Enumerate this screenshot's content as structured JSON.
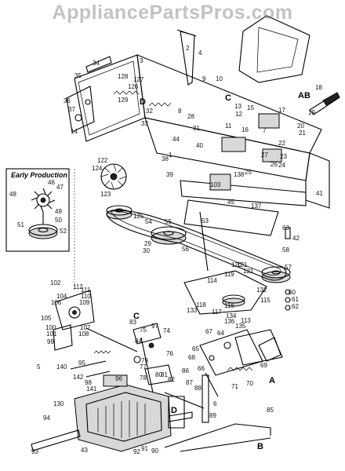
{
  "watermark": "AppliancePartsPros.com",
  "inset_title": "Early Production",
  "reference_letters": [
    "A",
    "B",
    "C",
    "D"
  ],
  "part_labels": [
    {
      "id": "l1",
      "text": "1"
    },
    {
      "id": "l2",
      "text": "2"
    },
    {
      "id": "l3",
      "text": "3"
    },
    {
      "id": "l4",
      "text": "4"
    },
    {
      "id": "l5",
      "text": "5"
    },
    {
      "id": "l6",
      "text": "6"
    },
    {
      "id": "l7",
      "text": "7"
    },
    {
      "id": "l8",
      "text": "8"
    },
    {
      "id": "l9",
      "text": "9"
    },
    {
      "id": "l10",
      "text": "10"
    },
    {
      "id": "l11",
      "text": "11"
    },
    {
      "id": "l12",
      "text": "12"
    },
    {
      "id": "l13",
      "text": "13"
    },
    {
      "id": "l14",
      "text": "14"
    },
    {
      "id": "l15",
      "text": "15"
    },
    {
      "id": "l16",
      "text": "16"
    },
    {
      "id": "l17",
      "text": "17"
    },
    {
      "id": "l18",
      "text": "18"
    },
    {
      "id": "l19",
      "text": "19"
    },
    {
      "id": "l20",
      "text": "20"
    },
    {
      "id": "l21",
      "text": "21"
    },
    {
      "id": "l22",
      "text": "22"
    },
    {
      "id": "l23",
      "text": "23"
    },
    {
      "id": "l24",
      "text": "24"
    },
    {
      "id": "l25",
      "text": "25"
    },
    {
      "id": "l26",
      "text": "26"
    },
    {
      "id": "l27",
      "text": "27"
    },
    {
      "id": "l28",
      "text": "28"
    },
    {
      "id": "l29",
      "text": "29"
    },
    {
      "id": "l30",
      "text": "30"
    },
    {
      "id": "l31",
      "text": "31"
    },
    {
      "id": "l32",
      "text": "32"
    },
    {
      "id": "l33",
      "text": "33"
    },
    {
      "id": "l34",
      "text": "34"
    },
    {
      "id": "l35",
      "text": "35"
    },
    {
      "id": "l36",
      "text": "36"
    },
    {
      "id": "l37",
      "text": "37"
    },
    {
      "id": "l38",
      "text": "38"
    },
    {
      "id": "l39",
      "text": "39"
    },
    {
      "id": "l40",
      "text": "40"
    },
    {
      "id": "l41",
      "text": "41"
    },
    {
      "id": "l42",
      "text": "42"
    },
    {
      "id": "l43",
      "text": "43"
    },
    {
      "id": "l44",
      "text": "44"
    },
    {
      "id": "l45",
      "text": "45"
    },
    {
      "id": "l46",
      "text": "46"
    },
    {
      "id": "l47",
      "text": "47"
    },
    {
      "id": "l48",
      "text": "48"
    },
    {
      "id": "l49",
      "text": "49"
    },
    {
      "id": "l50",
      "text": "50"
    },
    {
      "id": "l51",
      "text": "51"
    },
    {
      "id": "l52",
      "text": "52"
    },
    {
      "id": "l53",
      "text": "53"
    },
    {
      "id": "l54",
      "text": "54"
    },
    {
      "id": "l55",
      "text": "55"
    },
    {
      "id": "l56",
      "text": "56"
    },
    {
      "id": "l57",
      "text": "57"
    },
    {
      "id": "l58",
      "text": "58"
    },
    {
      "id": "l60",
      "text": "60"
    },
    {
      "id": "l61",
      "text": "61"
    },
    {
      "id": "l62",
      "text": "62"
    },
    {
      "id": "l63",
      "text": "63"
    },
    {
      "id": "l64",
      "text": "64"
    },
    {
      "id": "l65",
      "text": "65"
    },
    {
      "id": "l66",
      "text": "66"
    },
    {
      "id": "l67",
      "text": "67"
    },
    {
      "id": "l68",
      "text": "68"
    },
    {
      "id": "l69",
      "text": "69"
    },
    {
      "id": "l70",
      "text": "70"
    },
    {
      "id": "l71",
      "text": "71"
    },
    {
      "id": "l74",
      "text": "74"
    },
    {
      "id": "l75",
      "text": "75"
    },
    {
      "id": "l76",
      "text": "76"
    },
    {
      "id": "l77",
      "text": "77"
    },
    {
      "id": "l78",
      "text": "78"
    },
    {
      "id": "l79",
      "text": "79"
    },
    {
      "id": "l80",
      "text": "80"
    },
    {
      "id": "l81",
      "text": "81"
    },
    {
      "id": "l82",
      "text": "82"
    },
    {
      "id": "l83",
      "text": "83"
    },
    {
      "id": "l84",
      "text": "84"
    },
    {
      "id": "l85",
      "text": "85"
    },
    {
      "id": "l86",
      "text": "86"
    },
    {
      "id": "l87",
      "text": "87"
    },
    {
      "id": "l88",
      "text": "88"
    },
    {
      "id": "l89",
      "text": "89"
    },
    {
      "id": "l90",
      "text": "90"
    },
    {
      "id": "l91",
      "text": "91"
    },
    {
      "id": "l92",
      "text": "92"
    },
    {
      "id": "l93",
      "text": "93"
    },
    {
      "id": "l94",
      "text": "94"
    },
    {
      "id": "l95",
      "text": "95"
    },
    {
      "id": "l96",
      "text": "96"
    },
    {
      "id": "l97",
      "text": "97"
    },
    {
      "id": "l98",
      "text": "98"
    },
    {
      "id": "l99",
      "text": "99"
    },
    {
      "id": "l100",
      "text": "100"
    },
    {
      "id": "l101",
      "text": "101"
    },
    {
      "id": "l102",
      "text": "102"
    },
    {
      "id": "l103",
      "text": "103"
    },
    {
      "id": "l104",
      "text": "104"
    },
    {
      "id": "l105",
      "text": "105"
    },
    {
      "id": "l106",
      "text": "106"
    },
    {
      "id": "l107",
      "text": "107"
    },
    {
      "id": "l108",
      "text": "108"
    },
    {
      "id": "l109",
      "text": "109"
    },
    {
      "id": "l110",
      "text": "110"
    },
    {
      "id": "l111",
      "text": "111"
    },
    {
      "id": "l112",
      "text": "112"
    },
    {
      "id": "l113",
      "text": "113"
    },
    {
      "id": "l114",
      "text": "114"
    },
    {
      "id": "l115",
      "text": "115"
    },
    {
      "id": "l116",
      "text": "116"
    },
    {
      "id": "l117",
      "text": "117"
    },
    {
      "id": "l118",
      "text": "118"
    },
    {
      "id": "l119",
      "text": "119"
    },
    {
      "id": "l120",
      "text": "120"
    },
    {
      "id": "l121",
      "text": "121"
    },
    {
      "id": "l122",
      "text": "122"
    },
    {
      "id": "l123",
      "text": "123"
    },
    {
      "id": "l124",
      "text": "124"
    },
    {
      "id": "l125",
      "text": "125"
    },
    {
      "id": "l126",
      "text": "126"
    },
    {
      "id": "l127",
      "text": "127"
    },
    {
      "id": "l128",
      "text": "128"
    },
    {
      "id": "l129",
      "text": "129"
    },
    {
      "id": "l130",
      "text": "130"
    },
    {
      "id": "l131",
      "text": "131"
    },
    {
      "id": "l132",
      "text": "132"
    },
    {
      "id": "l133",
      "text": "133"
    },
    {
      "id": "l134",
      "text": "134"
    },
    {
      "id": "l135",
      "text": "135"
    },
    {
      "id": "l136",
      "text": "136"
    },
    {
      "id": "l137",
      "text": "137"
    },
    {
      "id": "l138",
      "text": "138"
    },
    {
      "id": "l140",
      "text": "140"
    },
    {
      "id": "l141",
      "text": "141"
    },
    {
      "id": "l142",
      "text": "142"
    }
  ]
}
